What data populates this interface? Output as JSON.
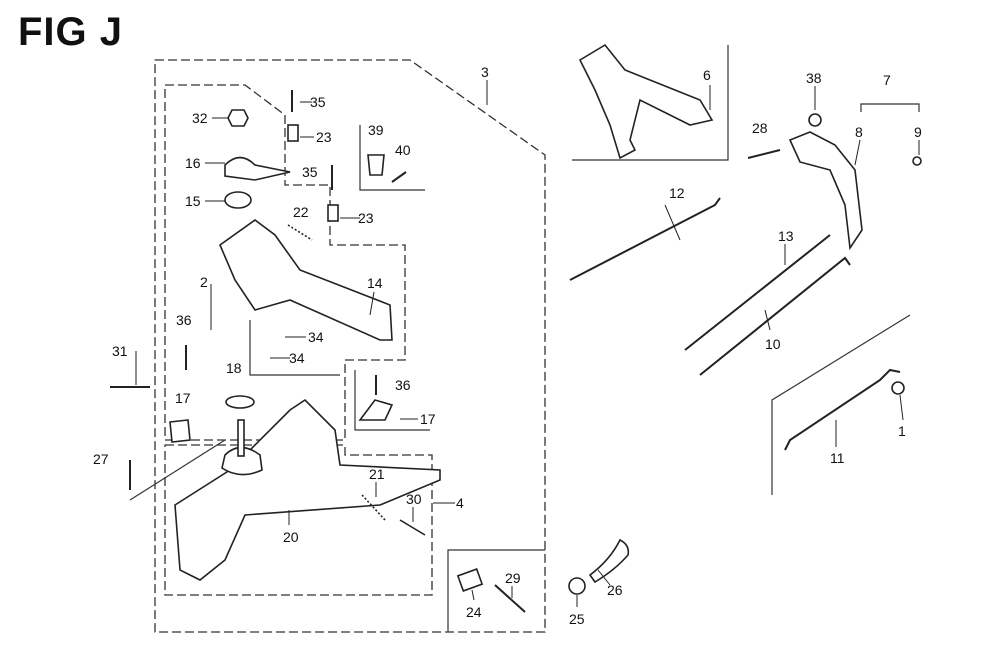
{
  "figure": {
    "title": "FIG J",
    "part_labels": [
      "3",
      "6",
      "38",
      "7",
      "35",
      "32",
      "23",
      "28",
      "8",
      "9",
      "39",
      "40",
      "16",
      "35",
      "15",
      "12",
      "23",
      "22",
      "13",
      "14",
      "2",
      "36",
      "34",
      "34",
      "10",
      "31",
      "18",
      "36",
      "17",
      "17",
      "1",
      "27",
      "11",
      "21",
      "30",
      "4",
      "20",
      "29",
      "26",
      "24",
      "25"
    ]
  }
}
